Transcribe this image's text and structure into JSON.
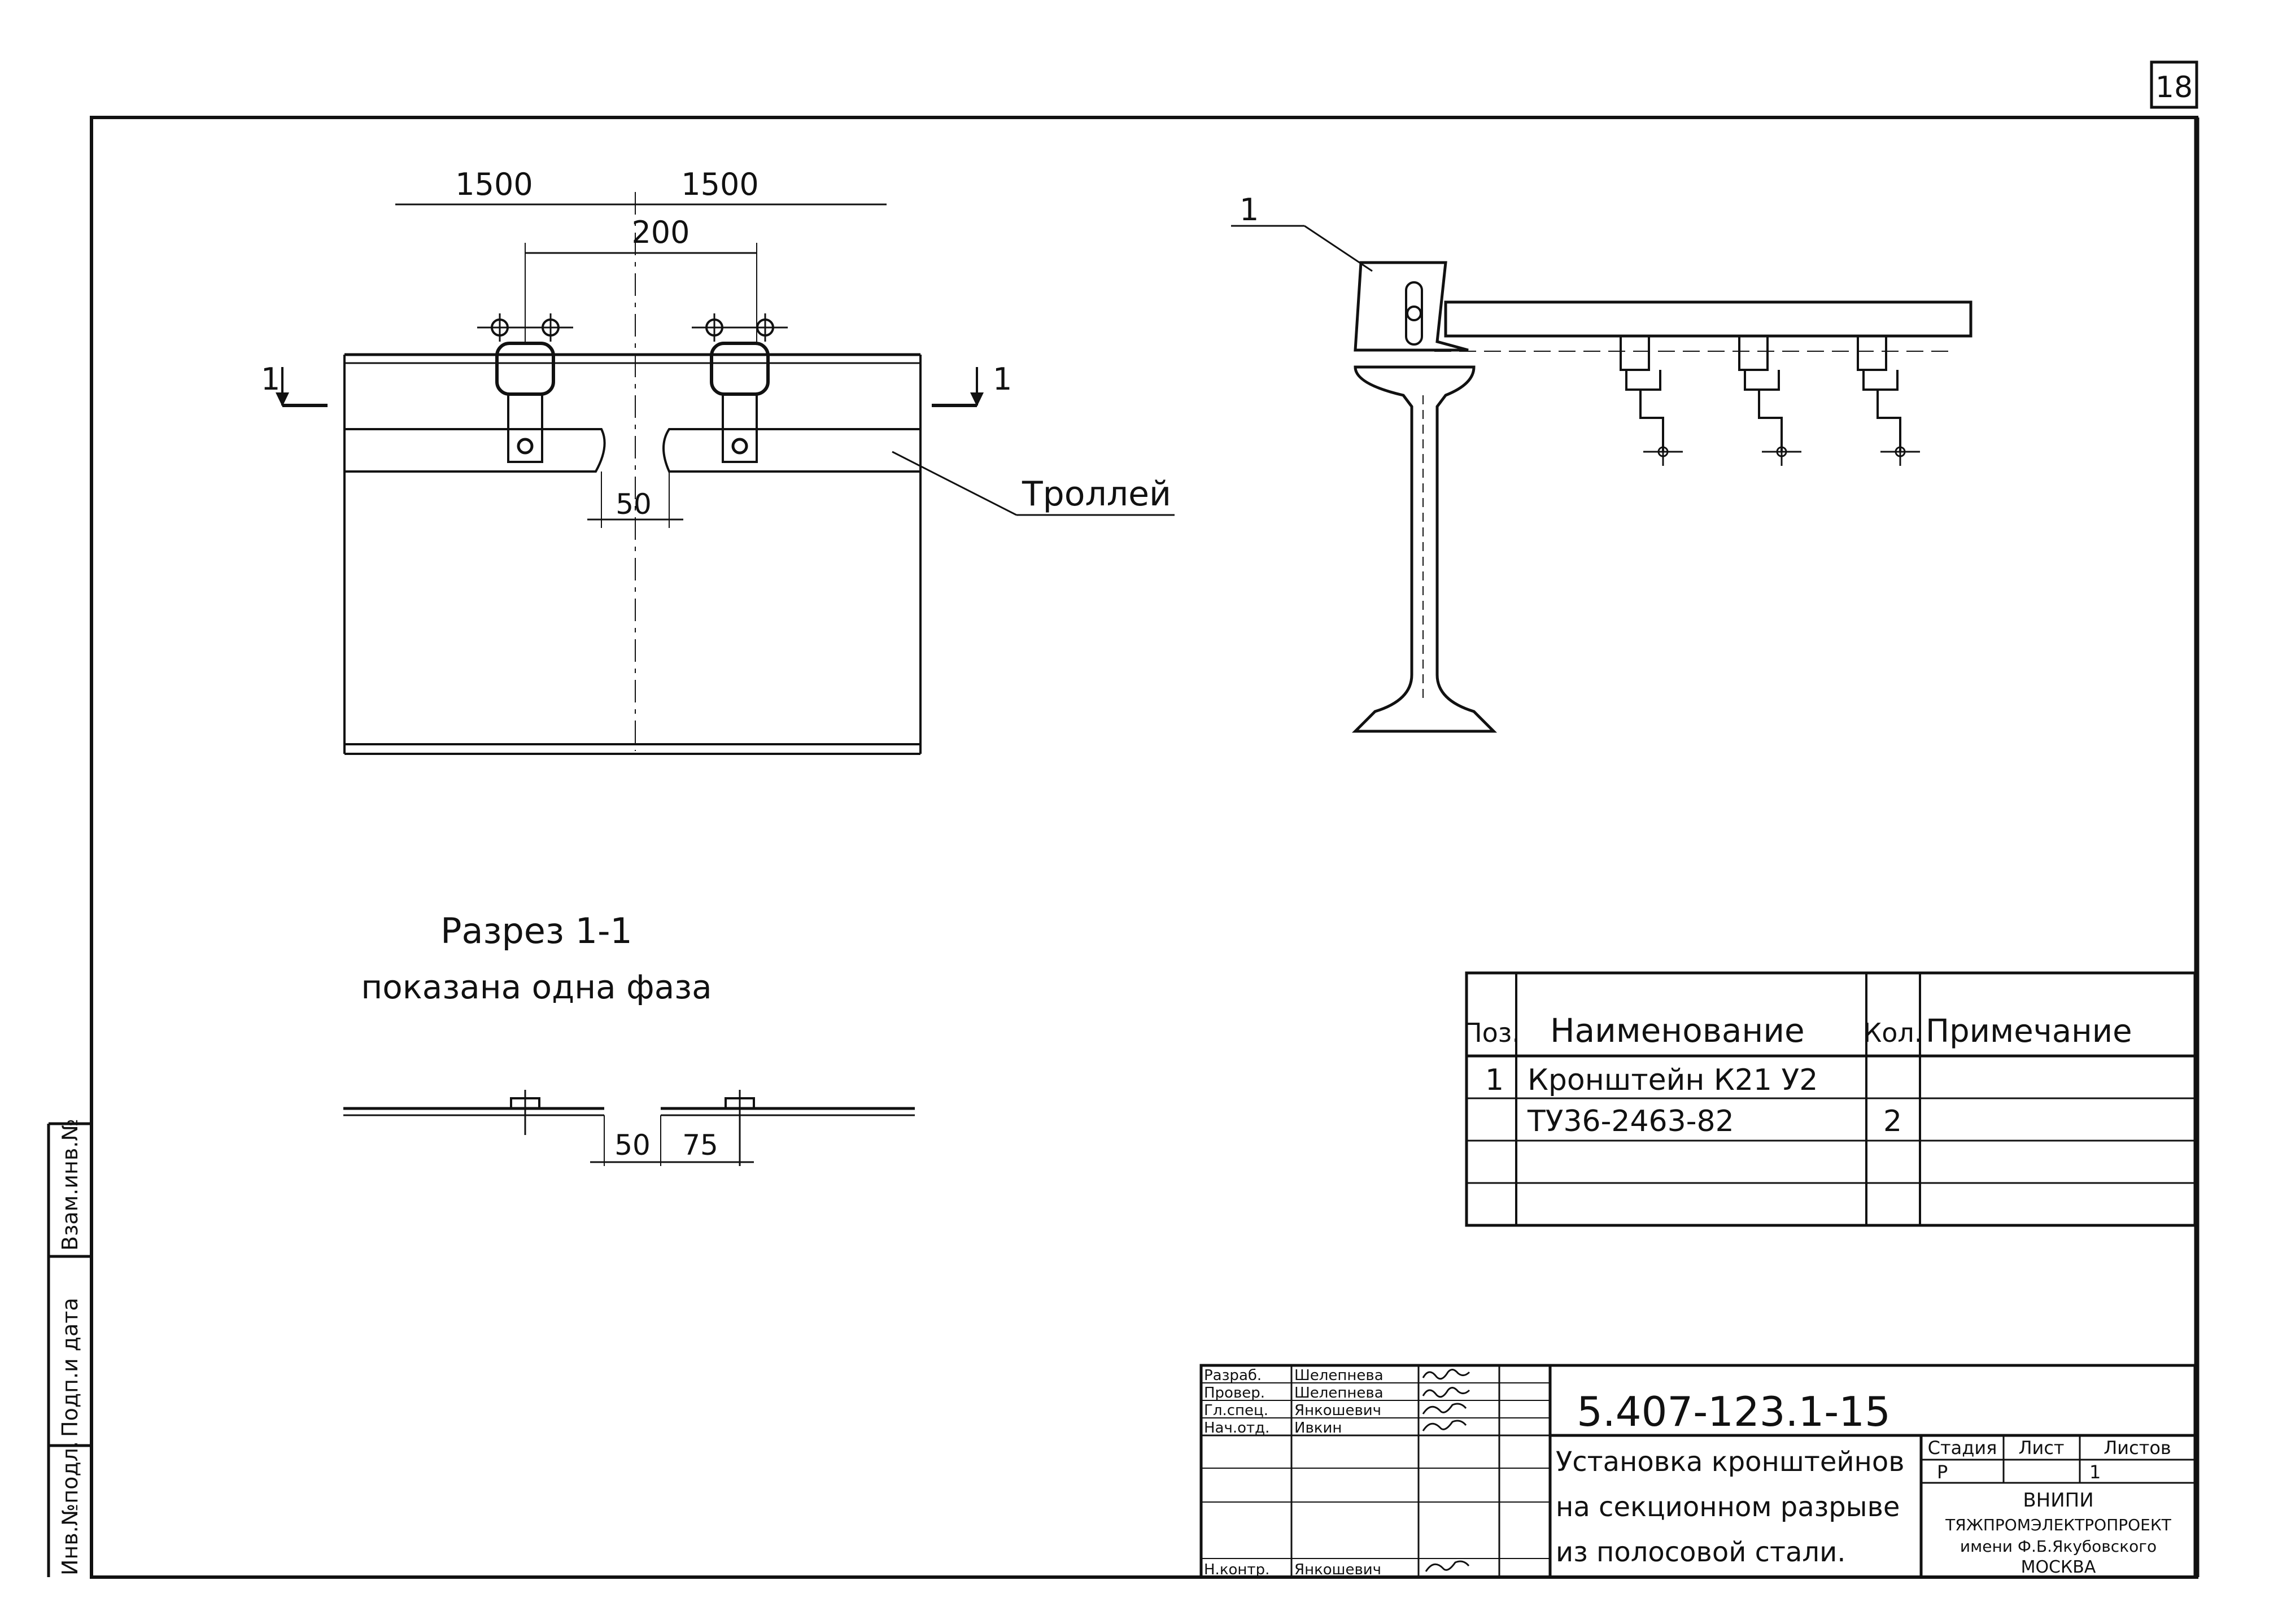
{
  "sheet": {
    "number": "18"
  },
  "plan_view": {
    "dim_left": "1500",
    "dim_right": "1500",
    "dim_center": "200",
    "dim_gap": "50",
    "section_mark_left": "1",
    "section_mark_right": "1",
    "trolley_label": "Троллей"
  },
  "side_view": {
    "callout": "1"
  },
  "section": {
    "title": "Разрез 1-1",
    "subtitle": "показана одна фаза",
    "dim_gap": "50",
    "dim_offset": "75"
  },
  "spec_table": {
    "headers": [
      "Поз.",
      "Наименование",
      "Кол.",
      "Примечание"
    ],
    "rows": [
      [
        "1",
        "Кронштейн К21 У2",
        "",
        ""
      ],
      [
        "",
        "ТУ36-2463-82",
        "2",
        ""
      ],
      [
        "",
        "",
        "",
        ""
      ],
      [
        "",
        "",
        "",
        ""
      ]
    ]
  },
  "margin_stamps": [
    "Инв.№подл.",
    "Подп.и дата",
    "Взам.инв.№"
  ],
  "title_block": {
    "document_code": "5.407-123.1-15",
    "title_lines": [
      "Установка кронштейнов",
      "на секционном разрыве",
      "из полосовой стали."
    ],
    "stage_header": "Стадия",
    "sheet_header": "Лист",
    "sheets_header": "Листов",
    "stage": "Р",
    "sheets": "1",
    "org_lines": [
      "ВНИПИ",
      "ТЯЖПРОМЭЛЕКТРОПРОЕКТ",
      "имени Ф.Б.Якубовского",
      "МОСКВА"
    ],
    "staff": [
      {
        "role": "Разраб.",
        "name": "Шелепнева"
      },
      {
        "role": "Провер.",
        "name": "Шелепнева"
      },
      {
        "role": "Гл.спец.",
        "name": "Янкошевич"
      },
      {
        "role": "Нач.отд.",
        "name": "Ивкин"
      },
      {
        "role": "Н.контр.",
        "name": "Янкошевич"
      }
    ]
  }
}
